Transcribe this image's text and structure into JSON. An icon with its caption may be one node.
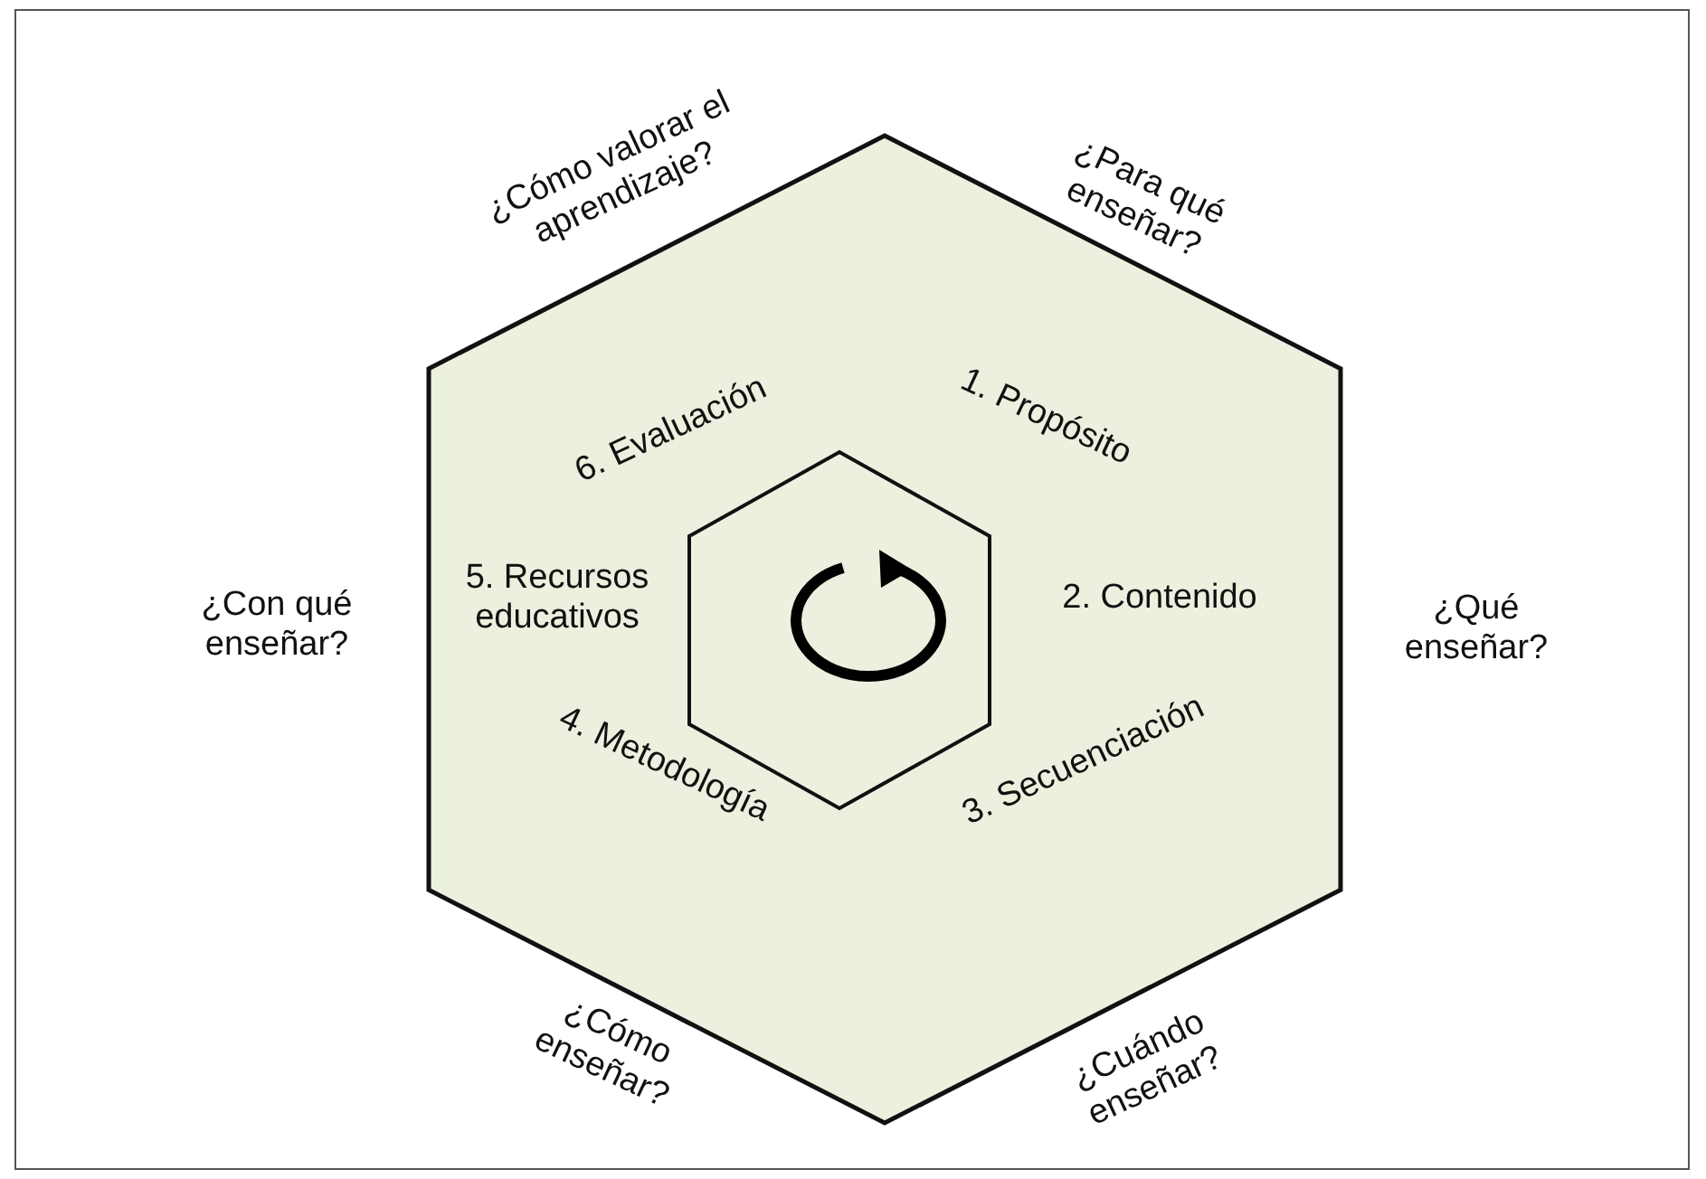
{
  "diagram": {
    "nodes": [
      {
        "text": [
          "1. Propósito",
          "2. Contenido",
          "3. Secuenciación",
          "4. Metodología",
          "5. Recursos educativos",
          "6. Evaluación"
        ]
      },
      {
        "text": [],
        "shape": "hexagon",
        "in": 0
      }
    ],
    "labels": [
      "¿Cómo valorar el aprendizaje?",
      "¿Para qué enseñar?",
      "¿Con qué enseñar?",
      "¿Qué enseñar?",
      "¿Cómo enseñar?",
      "¿Cuándo enseñar?"
    ]
  }
}
